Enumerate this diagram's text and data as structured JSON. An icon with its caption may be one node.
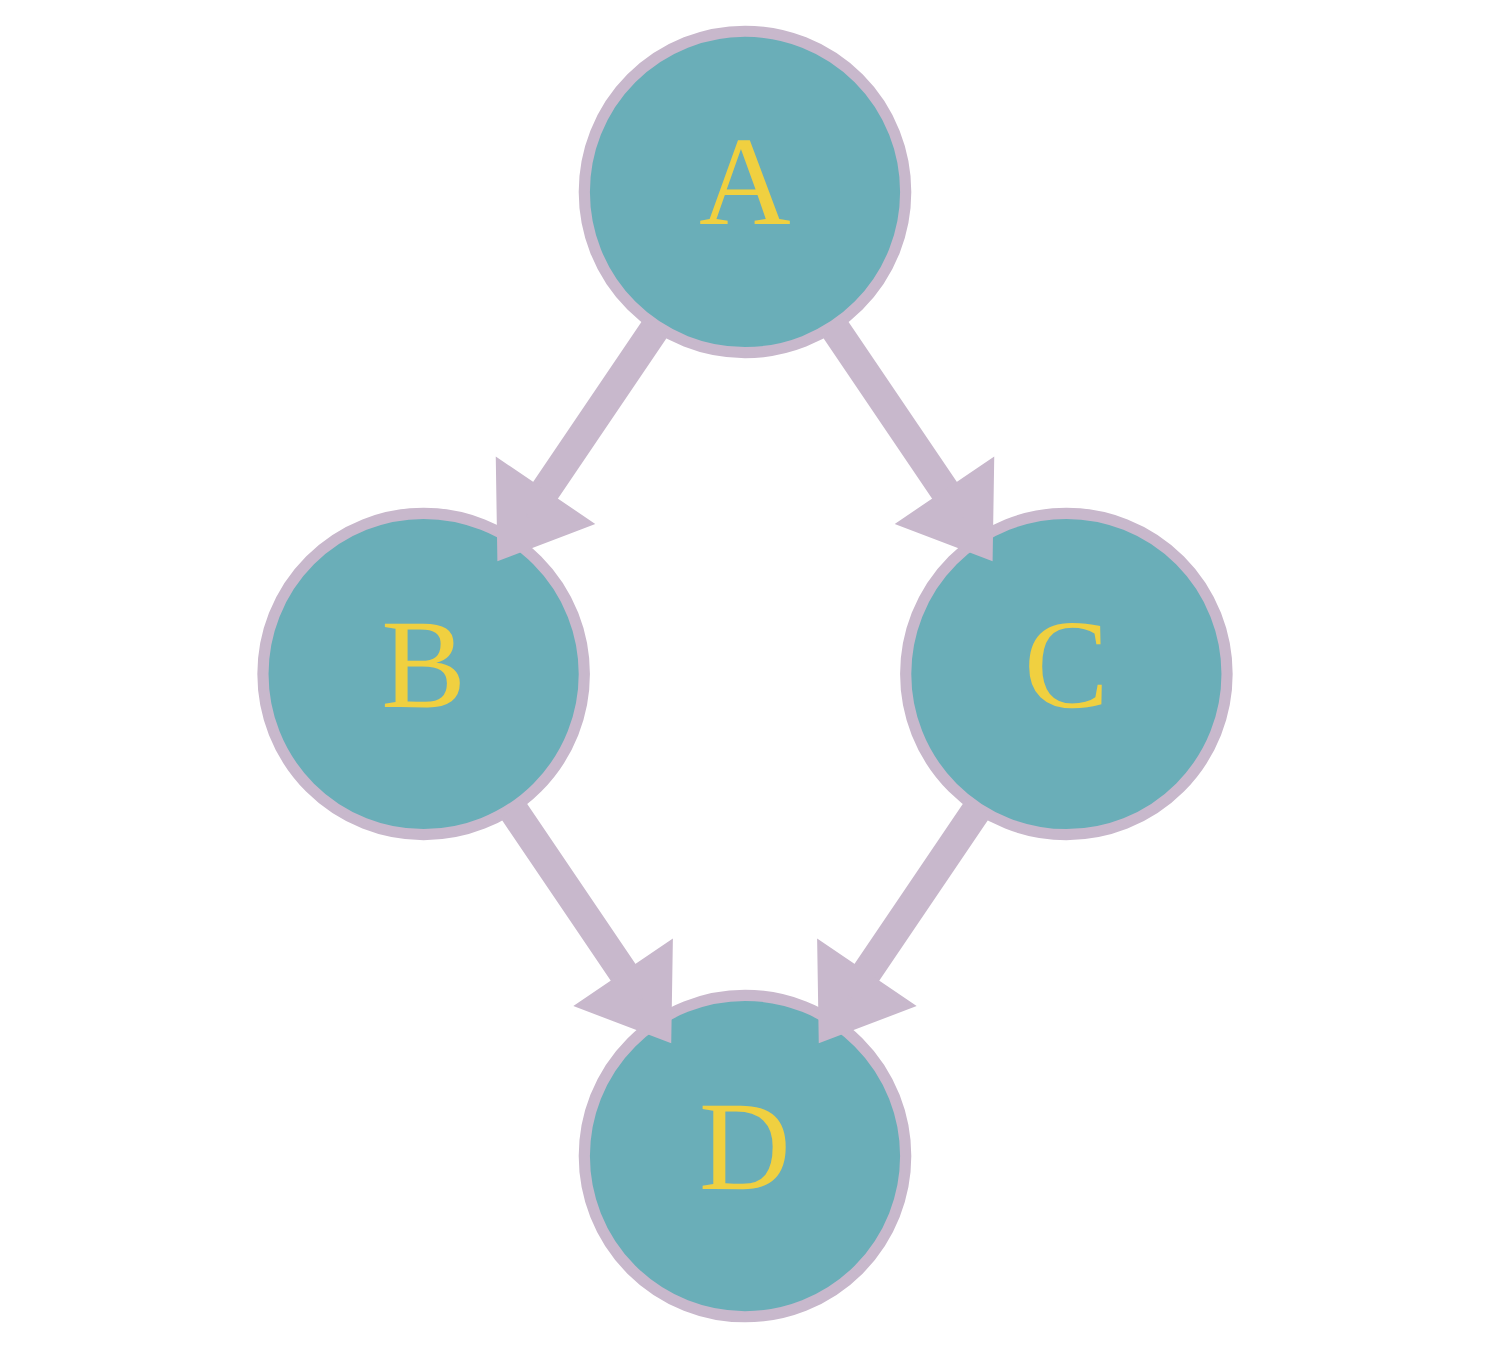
{
  "diagram": {
    "nodes": [
      {
        "text": [
          "A"
        ]
      },
      {
        "text": [
          "B"
        ]
      },
      {
        "text": [
          "C"
        ]
      },
      {
        "text": [
          "D"
        ]
      }
    ],
    "edges": [
      {
        "from": 0,
        "to": 1,
        "arrow": "to"
      },
      {
        "from": 0,
        "to": 2,
        "arrow": "to"
      },
      {
        "from": 1,
        "to": 3,
        "arrow": "to"
      },
      {
        "from": 2,
        "to": 3,
        "arrow": "to"
      }
    ]
  }
}
